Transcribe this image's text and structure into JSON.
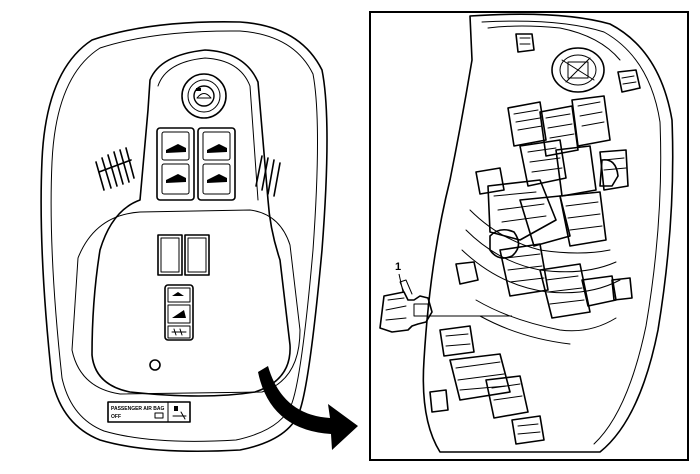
{
  "callout": {
    "number": "1"
  },
  "airbag_label": {
    "line1": "PASSENGER AIR BAG",
    "line2": "OFF"
  }
}
